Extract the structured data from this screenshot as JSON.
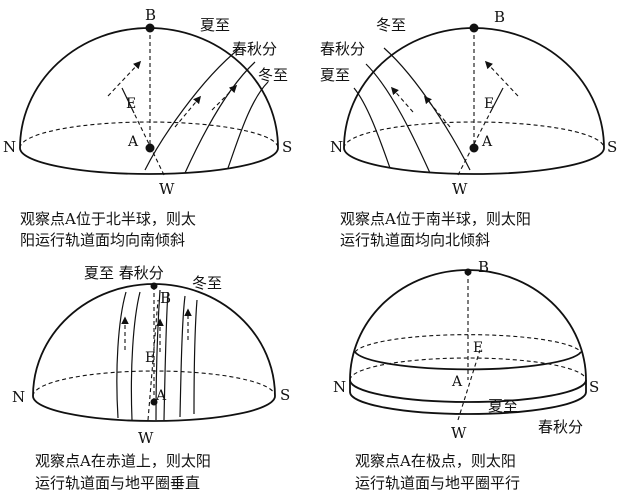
{
  "panels": [
    {
      "labels": {
        "B": "B",
        "N": "N",
        "S": "S",
        "W": "W",
        "E": "E",
        "A": "A",
        "summer": "夏至",
        "equinox": "春秋分",
        "winter": "冬至"
      },
      "caption": [
        "观察点A位于北半球，则太",
        "阳运行轨道面均向南倾斜"
      ]
    },
    {
      "labels": {
        "B": "B",
        "N": "N",
        "S": "S",
        "W": "W",
        "E": "E",
        "A": "A",
        "winter": "冬至",
        "equinox": "春秋分",
        "summer": "夏至"
      },
      "caption": [
        "观察点A位于南半球，则太阳",
        "运行轨道面均向北倾斜"
      ]
    },
    {
      "labels": {
        "B": "B",
        "N": "N",
        "S": "S",
        "W": "W",
        "E": "E",
        "A": "A",
        "summer_equinox": "夏至 春秋分",
        "winter": "冬至"
      },
      "caption": [
        "观察点A在赤道上，则太阳",
        "运行轨道面与地平圈垂直"
      ]
    },
    {
      "labels": {
        "B": "B",
        "N": "N",
        "S": "S",
        "W": "W",
        "E": "E",
        "A": "A",
        "summer": "夏至",
        "equinox": "春秋分"
      },
      "caption": [
        "观察点A在极点，则太阳",
        "运行轨道面与地平圈平行"
      ]
    }
  ]
}
